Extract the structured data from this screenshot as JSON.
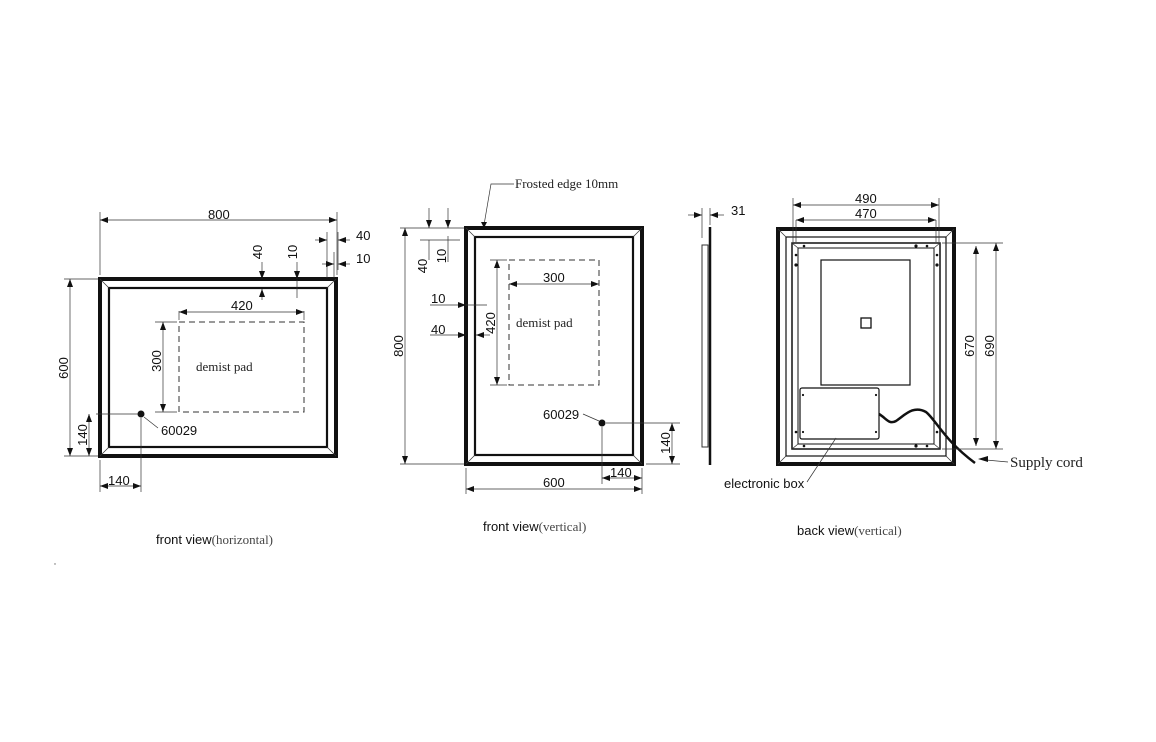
{
  "drawing": {
    "front_horizontal": {
      "caption_main": "front view",
      "caption_sub": "(horizontal)",
      "width": "800",
      "height": "600",
      "frame_top_40": "40",
      "frame_top_10": "10",
      "edge_40": "40",
      "edge_10": "10",
      "pad_width": "420",
      "pad_height": "300",
      "pad_label": "demist pad",
      "switch_code": "60029",
      "switch_x": "140",
      "switch_y": "140"
    },
    "front_vertical": {
      "caption_main": "front view",
      "caption_sub": "(vertical)",
      "frosted_label": "Frosted edge 10mm",
      "width": "600",
      "height": "800",
      "top_40": "40",
      "top_10": "10",
      "side_10": "10",
      "side_40": "40",
      "pad_width": "300",
      "pad_height": "420",
      "pad_label": "demist pad",
      "switch_code": "60029",
      "switch_x": "140",
      "switch_y": "140"
    },
    "side_view": {
      "depth": "31"
    },
    "back_vertical": {
      "caption_main": "back view",
      "caption_sub": "(vertical)",
      "width_outer": "490",
      "width_inner": "470",
      "height_inner": "670",
      "height_outer": "690",
      "electronic_box_label": "electronic box",
      "supply_cord_label": "Supply cord"
    }
  }
}
